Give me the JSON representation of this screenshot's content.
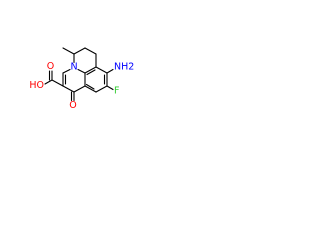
{
  "structure": {
    "atoms": {
      "amine": "NH2",
      "ring_nitrogen": "N",
      "fluorine": "F",
      "hydroxyl": "HO",
      "acid_carbonyl_oxygen": "O",
      "ketone_oxygen": "O"
    },
    "colors": {
      "bond": "#000000",
      "nitrogen": "#0000ff",
      "oxygen": "#ff0000",
      "fluorine": "#33cc33",
      "carbon_text": "#000000"
    }
  }
}
